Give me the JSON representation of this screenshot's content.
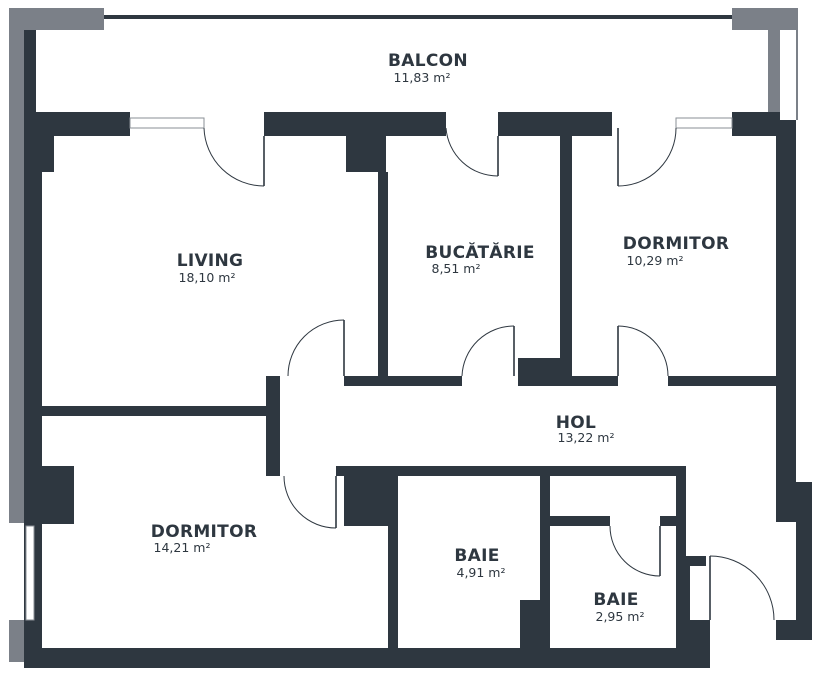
{
  "floorplan": {
    "colors": {
      "wall": "#2e3740",
      "pillar": "#7b8088",
      "background": "#ffffff"
    },
    "rooms": [
      {
        "id": "balcon",
        "name": "BALCON",
        "area": "11,83 m²"
      },
      {
        "id": "living",
        "name": "LIVING",
        "area": "18,10 m²"
      },
      {
        "id": "bucatarie",
        "name": "BUCĂTĂRIE",
        "area": "8,51 m²"
      },
      {
        "id": "dormitor-1",
        "name": "DORMITOR",
        "area": "10,29 m²"
      },
      {
        "id": "hol",
        "name": "HOL",
        "area": "13,22 m²"
      },
      {
        "id": "dormitor-2",
        "name": "DORMITOR",
        "area": "14,21 m²"
      },
      {
        "id": "baie-1",
        "name": "BAIE",
        "area": "4,91 m²"
      },
      {
        "id": "baie-2",
        "name": "BAIE",
        "area": "2,95 m²"
      }
    ]
  }
}
